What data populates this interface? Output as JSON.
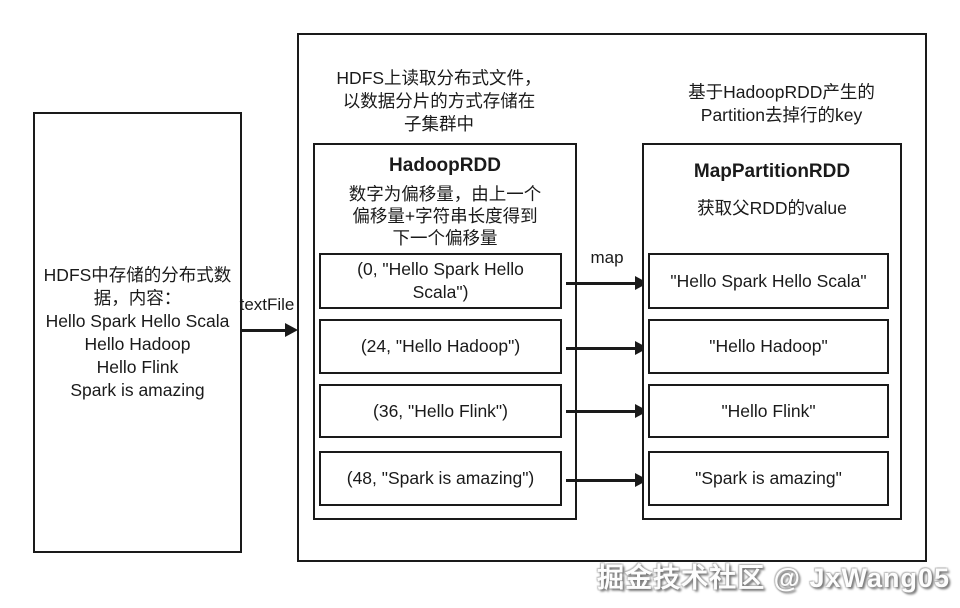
{
  "diagram": {
    "source_box": {
      "lines": [
        "HDFS中存储的分布式数",
        "据，内容：",
        "Hello Spark Hello Scala",
        "Hello Hadoop",
        "Hello Flink",
        "Spark is amazing"
      ]
    },
    "labels": {
      "textFile": "textFile",
      "map": "map"
    },
    "container": {
      "note_hadoop": {
        "lines": [
          "HDFS上读取分布式文件，",
          "以数据分片的方式存储在",
          "子集群中"
        ]
      },
      "note_map": {
        "lines": [
          "基于HadoopRDD产生的",
          "Partition去掉行的key"
        ]
      },
      "hadoop_rdd": {
        "title": "HadoopRDD",
        "desc_lines": [
          "数字为偏移量，由上一个",
          "偏移量+字符串长度得到",
          "下一个偏移量"
        ],
        "records": [
          "(0, \"Hello Spark Hello Scala\")",
          "(24, \"Hello Hadoop\")",
          "(36, \"Hello Flink\")",
          "(48, \"Spark is amazing\")"
        ]
      },
      "map_partition_rdd": {
        "title": "MapPartitionRDD",
        "subtitle": "获取父RDD的value",
        "records": [
          "\"Hello Spark Hello Scala\"",
          "\"Hello Hadoop\"",
          "\"Hello Flink\"",
          "\"Spark is amazing\""
        ]
      }
    },
    "watermark": "掘金技术社区 @ JxWang05",
    "colors": {
      "line": "#1a1a1a",
      "background": "#ffffff"
    }
  }
}
